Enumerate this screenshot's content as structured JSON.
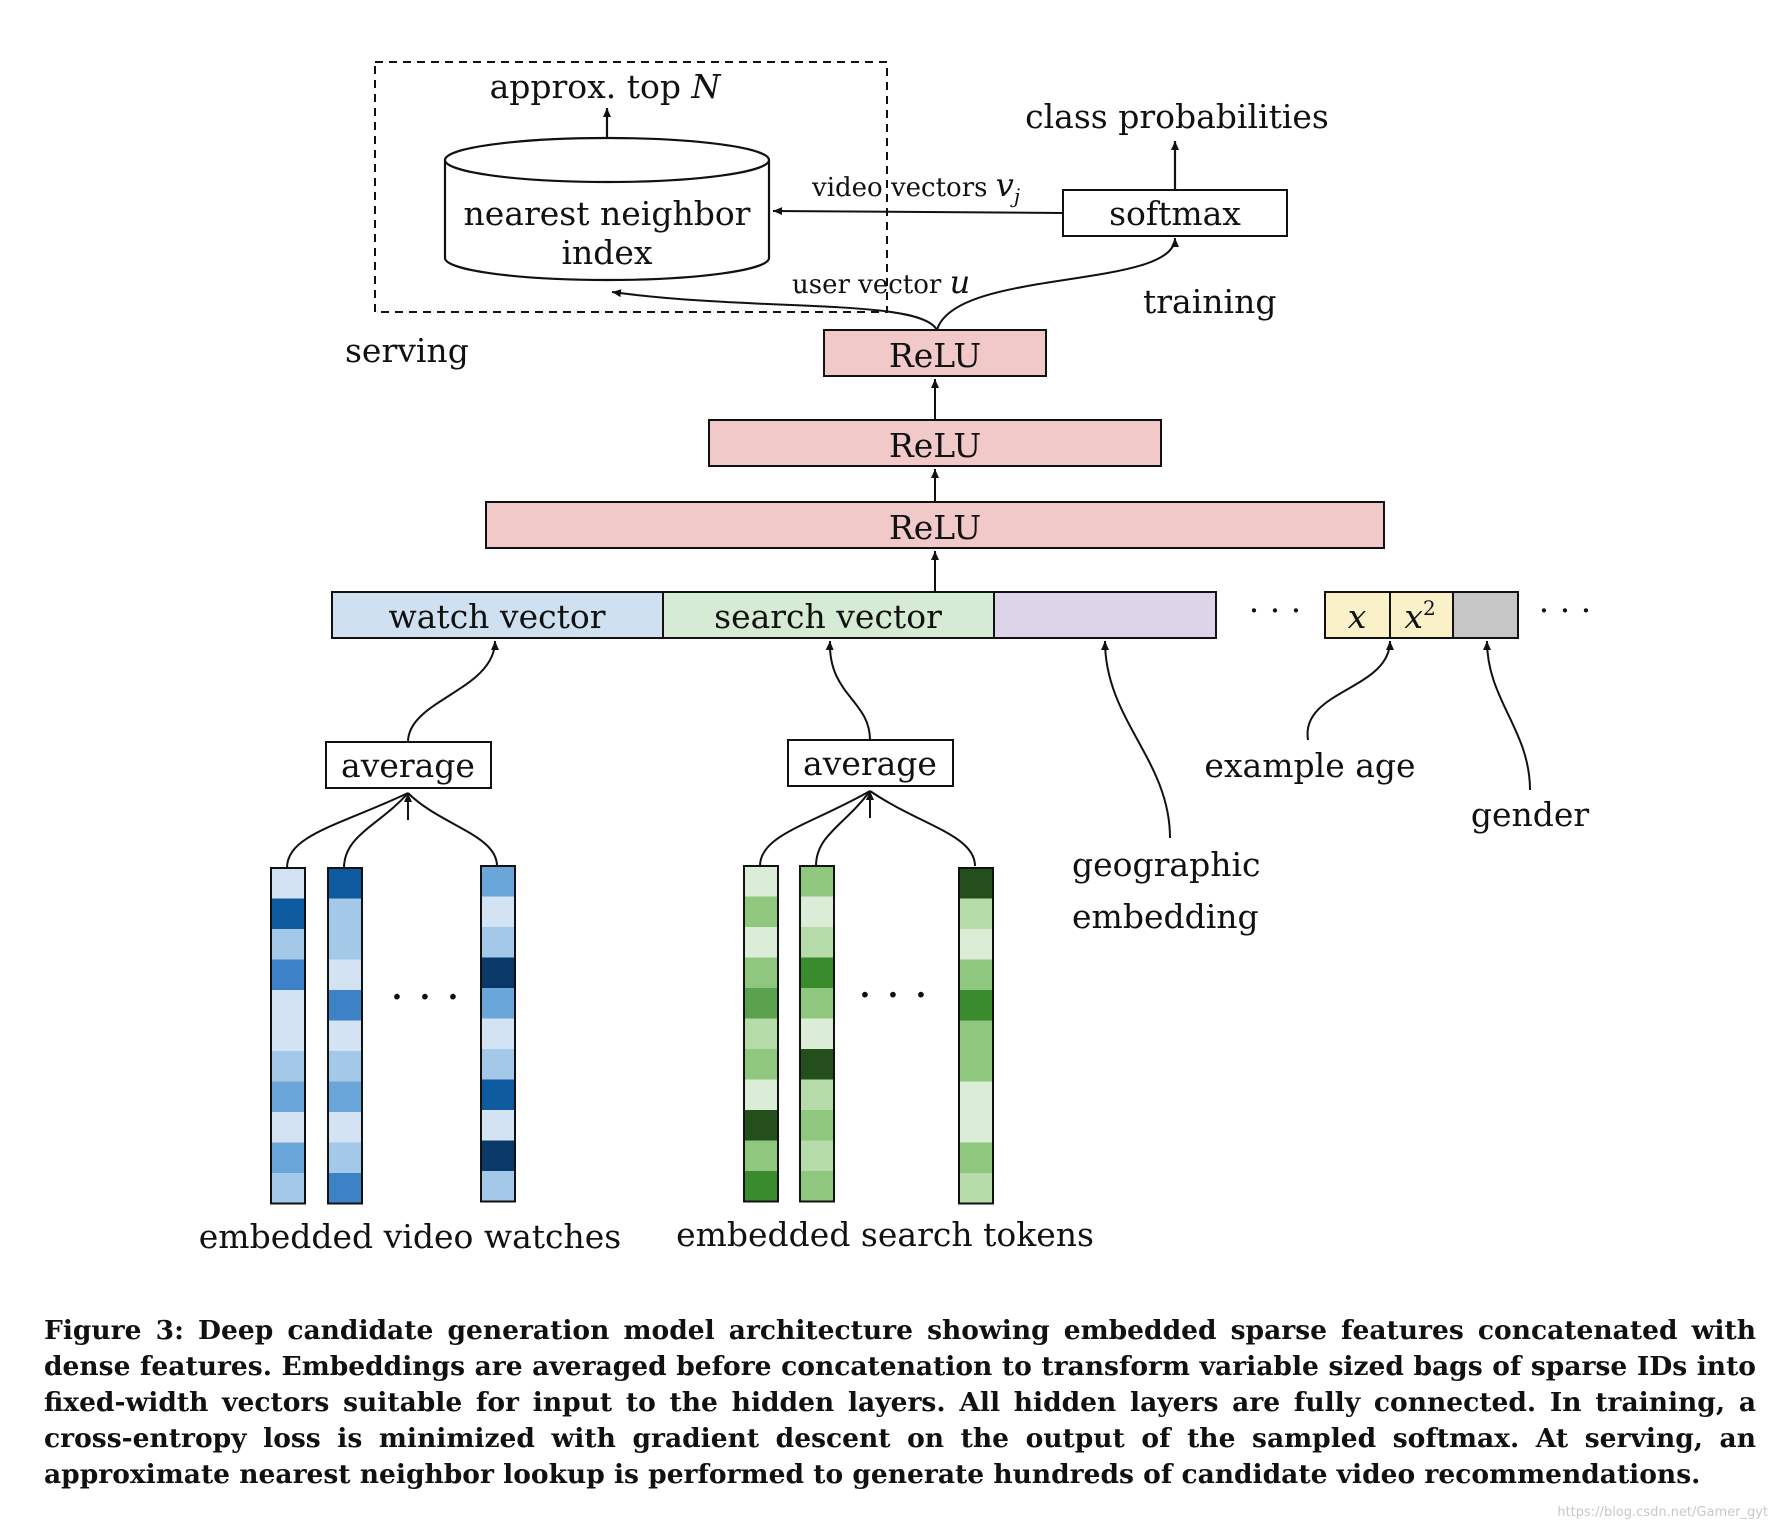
{
  "diagram": {
    "top_label": "approx. top ",
    "top_label_var": "N",
    "index_line1": "nearest neighbor",
    "index_line2": "index",
    "serving": "serving",
    "training": "training",
    "class_probabilities": "class probabilities",
    "softmax": "softmax",
    "video_vectors": "video vectors ",
    "video_vectors_var": "v",
    "video_vectors_sub": "j",
    "user_vector": "user vector ",
    "user_vector_var": "u",
    "relu_top": "ReLU",
    "relu_mid": "ReLU",
    "relu_bottom": "ReLU",
    "watch_vector": "watch vector",
    "search_vector": "search vector",
    "x": "x",
    "x2": "x",
    "x2_sup": "2",
    "ellipsis": "· · ·",
    "average_left": "average",
    "average_right": "average",
    "example_age": "example age",
    "gender": "gender",
    "geo_line1": "geographic",
    "geo_line2": "embedding",
    "embedded_video_watches": "embedded video watches",
    "embedded_search_tokens": "embedded search tokens",
    "colors": {
      "relu": "#f2c9c9",
      "watch": "#cfe0f1",
      "search": "#d6ebd3",
      "geo": "#ddd4ea",
      "age": "#fbf1c8",
      "gender": "#c6c6c6",
      "blues": [
        "#d3e3f3",
        "#a3c8e8",
        "#6ba6db",
        "#3d82c6",
        "#0e5a9e",
        "#0a3868"
      ],
      "greens": [
        "#dcedd7",
        "#b6dcaa",
        "#8fc77f",
        "#5ba24e",
        "#3a8a2e",
        "#244f1c"
      ]
    },
    "columns": {
      "video": [
        [
          0,
          4,
          1,
          3,
          0,
          0,
          1,
          2,
          0,
          2,
          1
        ],
        [
          4,
          1,
          1,
          0,
          3,
          0,
          1,
          2,
          0,
          1,
          3
        ],
        [
          2,
          0,
          1,
          5,
          2,
          0,
          1,
          4,
          0,
          5,
          1
        ]
      ],
      "search": [
        [
          0,
          2,
          0,
          2,
          3,
          1,
          2,
          0,
          5,
          2,
          4
        ],
        [
          2,
          0,
          1,
          4,
          2,
          0,
          5,
          1,
          2,
          1,
          2
        ],
        [
          5,
          1,
          0,
          2,
          4,
          2,
          2,
          0,
          0,
          2,
          1
        ]
      ]
    }
  },
  "caption": {
    "label": "Figure 3:",
    "text": " Deep candidate generation model architecture showing embedded sparse features concatenated with dense features. Embeddings are averaged before concatenation to transform variable sized bags of sparse IDs into fixed-width vectors suitable for input to the hidden layers. All hidden layers are fully connected. In training, a cross-entropy loss is minimized with gradient descent on the output of the sampled softmax. At serving, an approximate nearest neighbor lookup is performed to generate hundreds of candidate video recommendations."
  },
  "watermark": "https://blog.csdn.net/Gamer_gyt"
}
